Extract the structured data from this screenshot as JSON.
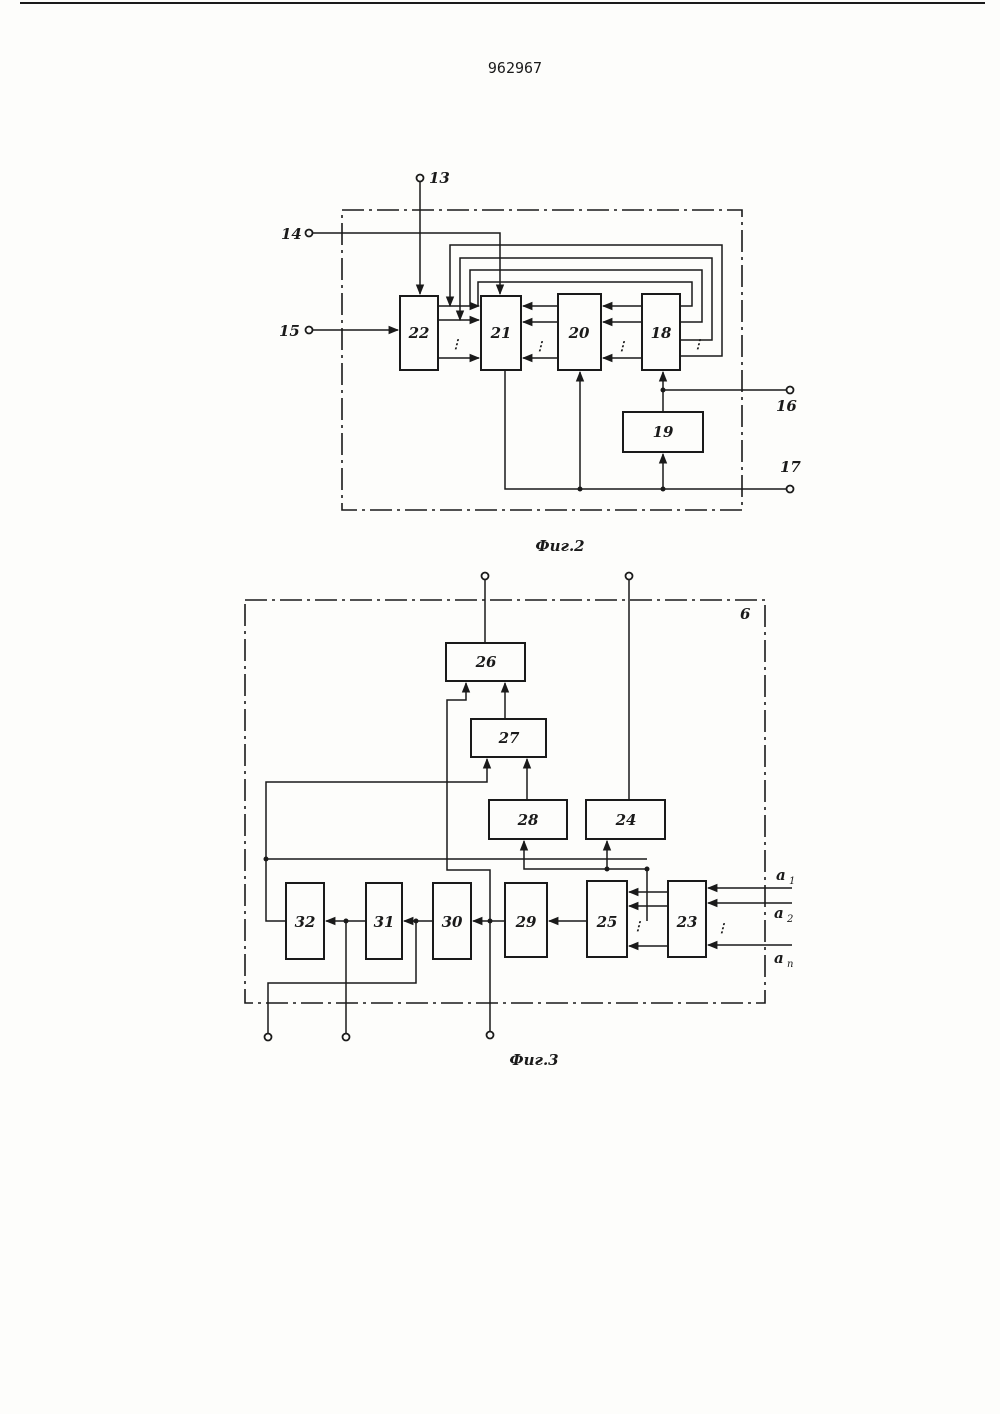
{
  "patent_number": "962967",
  "fig2": {
    "caption": "Фиг.2",
    "blocks": {
      "b22": "22",
      "b21": "21",
      "b20": "20",
      "b18": "18",
      "b19": "19"
    },
    "terminals": {
      "t13": "13",
      "t14": "14",
      "t15": "15",
      "t16": "16",
      "t17": "17"
    }
  },
  "fig3": {
    "caption": "Фиг.3",
    "frame_label": "6",
    "blocks": {
      "b26": "26",
      "b27": "27",
      "b28": "28",
      "b24": "24",
      "b32": "32",
      "b31": "31",
      "b30": "30",
      "b29": "29",
      "b25": "25",
      "b23": "23"
    },
    "inputs": [
      {
        "base": "a",
        "sub": "1"
      },
      {
        "base": "a",
        "sub": "2"
      },
      {
        "base": "a",
        "sub": "n"
      }
    ]
  }
}
